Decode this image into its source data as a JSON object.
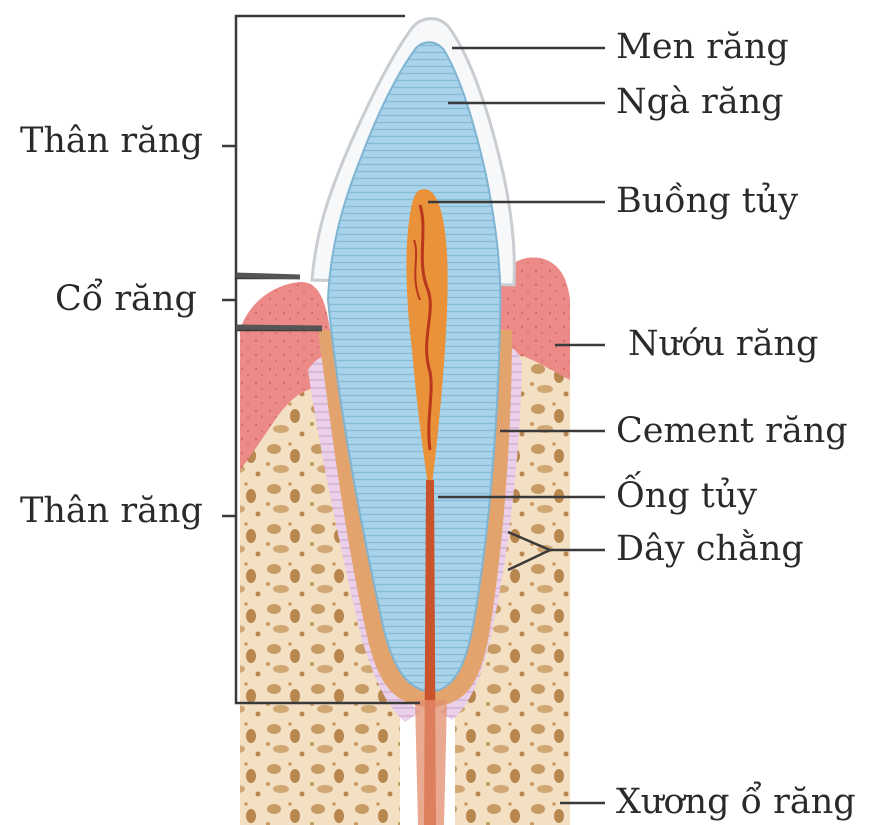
{
  "diagram": {
    "labels_left": {
      "crown": "Thân răng",
      "neck": "Cổ răng",
      "root": "Thân răng"
    },
    "labels_right": {
      "enamel": "Men răng",
      "dentin": "Ngà răng",
      "pulp_chamber": "Buồng tủy",
      "gum": "Nướu răng",
      "cementum": "Cement răng",
      "root_canal": "Ống tủy",
      "ligament": "Dây chằng",
      "alveolar_bone": "Xương ổ răng"
    },
    "colors": {
      "enamel": "#f7f8f9",
      "dentin": "#a9d3ea",
      "dentin_lines": "#7fb4d2",
      "pulp": "#e9923a",
      "root_canal": "#c9542c",
      "gum": "#e9787a",
      "bone": "#f3dfc2",
      "bone_spots": "#c79a63",
      "ligament": "#e2c1e0",
      "leader_lines": "#3a3a3a"
    }
  }
}
